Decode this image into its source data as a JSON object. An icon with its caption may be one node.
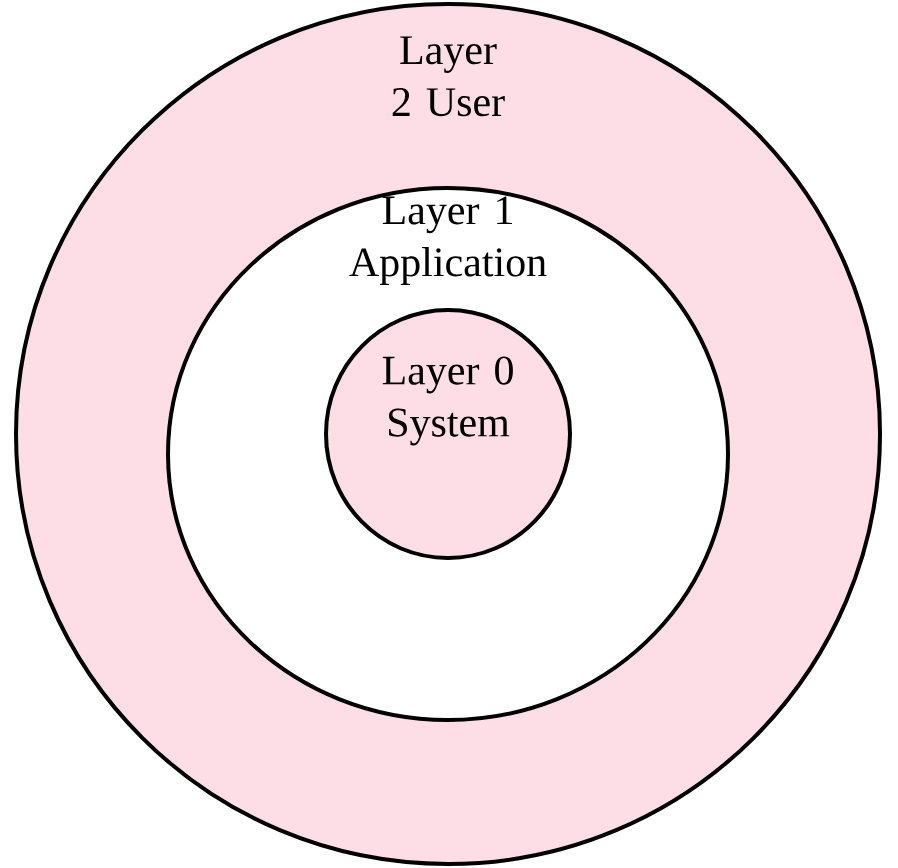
{
  "diagram": {
    "nodes": [
      {
        "text": [
          "Layer 2 User"
        ]
      },
      {
        "text": [
          "Layer 1 Application"
        ],
        "in": 0
      },
      {
        "text": [
          "Layer 0 System"
        ],
        "in": 1
      }
    ]
  }
}
